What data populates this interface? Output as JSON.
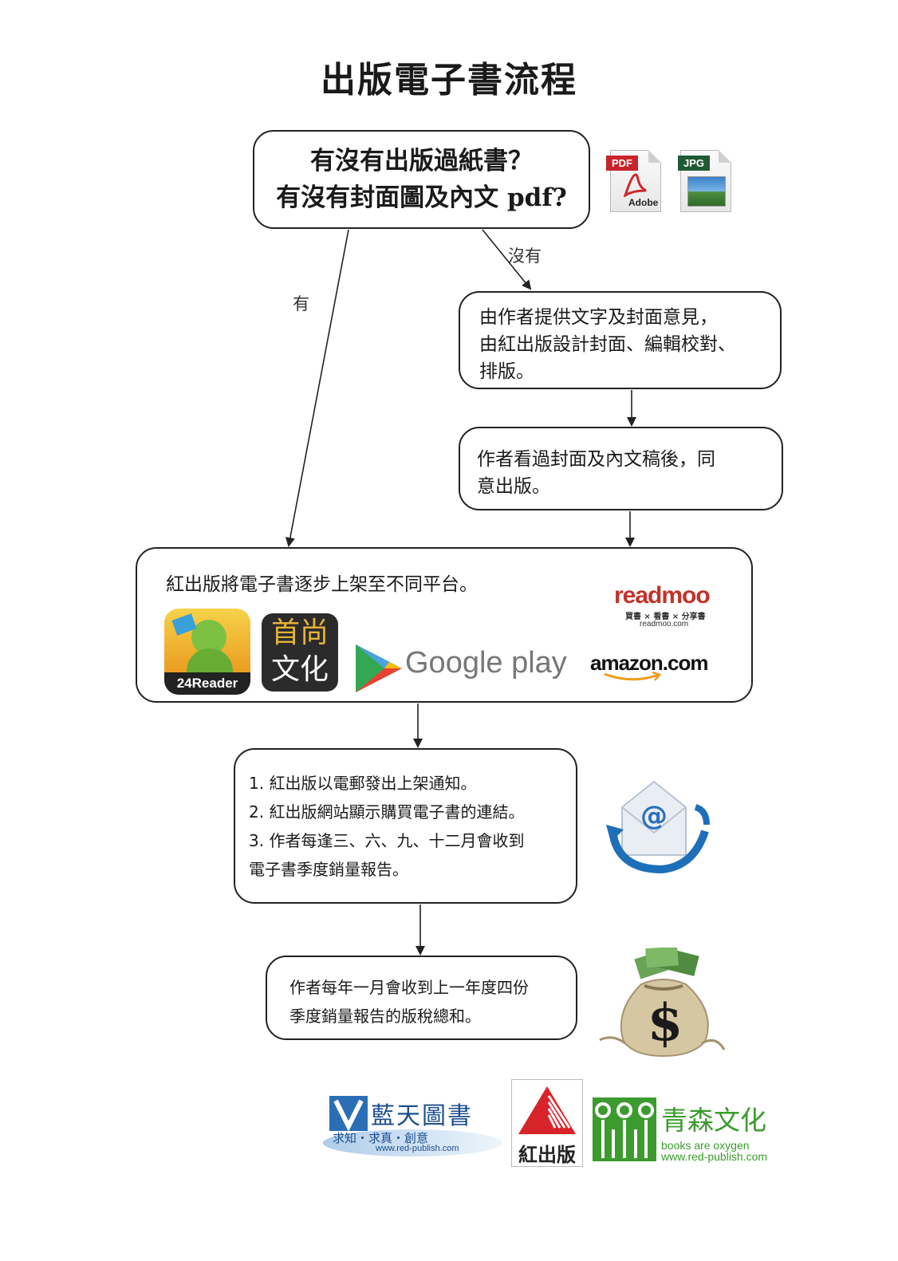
{
  "title": "出版電子書流程",
  "question": {
    "line1": "有沒有出版過紙書？",
    "line2": "有沒有封面圖及內文 pdf?"
  },
  "file_icons": {
    "pdf_tag": "PDF",
    "pdf_caption": "Adobe",
    "jpg_tag": "JPG"
  },
  "branch_labels": {
    "no": "沒有",
    "yes": "有"
  },
  "step_author_provide": {
    "lines": [
      "由作者提供文字及封面意見，",
      "由紅出版設計封面、編輯校對、",
      "排版。"
    ]
  },
  "step_author_approve": {
    "lines": [
      "作者看過封面及內文稿後，同",
      "意出版。"
    ]
  },
  "step_publish": {
    "text": "紅出版將電子書逐步上架至不同平台。"
  },
  "platforms": {
    "reader24": "24Reader",
    "shoushang": [
      "首尚",
      "文化"
    ],
    "google_play": "Google play",
    "readmoo": {
      "name": "readmoo",
      "slogan": "買書 × 看書 × 分享書",
      "url": "readmoo.com"
    },
    "amazon": "amazon.com"
  },
  "step_notify": {
    "lines": [
      "1. 紅出版以電郵發出上架通知。",
      "2. 紅出版網站顯示購買電子書的連結。",
      "3. 作者每逢三、六、九、十二月會收到",
      "電子書季度銷量報告。"
    ]
  },
  "step_royalty": {
    "lines": [
      "作者每年一月會收到上一年度四份",
      "季度銷量報告的版稅總和。"
    ]
  },
  "footer_logos": {
    "lantian": {
      "name": "藍天圖書",
      "slogan": "求知・求真・創意",
      "url": "www.red-publish.com"
    },
    "red": {
      "name": "紅出版"
    },
    "qingsen": {
      "name": "青森文化",
      "slogan": "books are oxygen",
      "url": "www.red-publish.com"
    }
  },
  "colors": {
    "border": "#222222",
    "red": "#d8232a",
    "green": "#3b9b2e",
    "blue": "#1d6fb8",
    "amazon_orange": "#f19a1a",
    "readmoo_red": "#c1332a"
  }
}
